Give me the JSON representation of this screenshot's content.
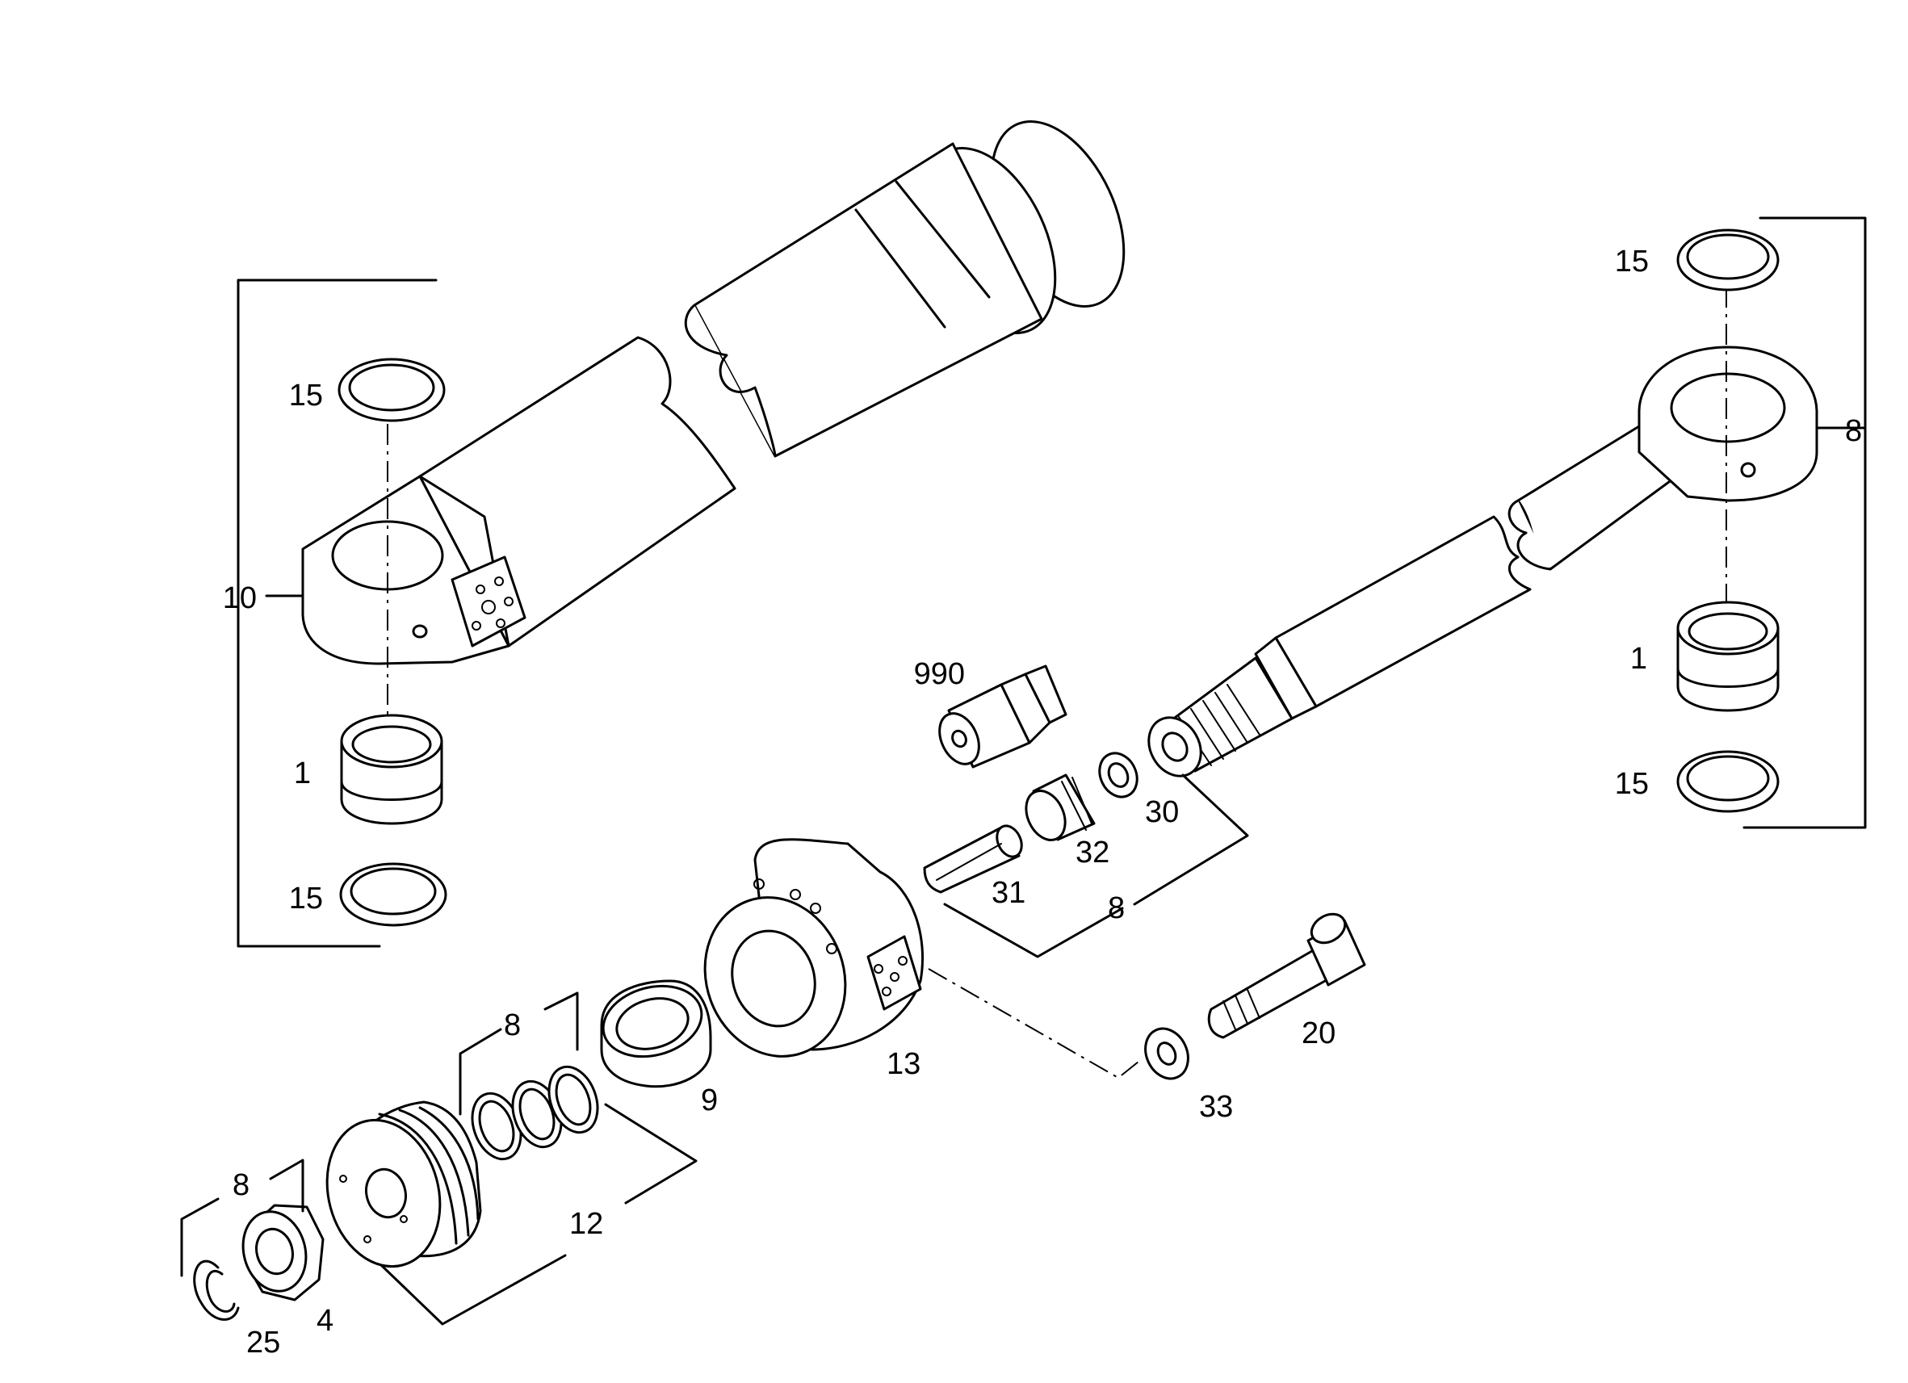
{
  "drawing": {
    "callouts": {
      "left_assembly_bracket": "10",
      "left_seal_top": "15",
      "left_bushing": "1",
      "left_seal_bottom": "15",
      "right_assembly_bracket": "8",
      "right_seal_top": "15",
      "right_bushing": "1",
      "right_seal_bottom": "15",
      "tool_part": "990",
      "ring_nut": "30",
      "slotted_nut": "32",
      "split_pin": "31",
      "kit_upper_bracket": "8",
      "cylinder_head": "13",
      "head_bolt": "20",
      "washer": "33",
      "guide_bush": "9",
      "seal_kit_bracket": "8",
      "piston_bracket": "12",
      "nut_kit_bracket": "8",
      "lock_nut": "4",
      "circlip": "25"
    }
  }
}
